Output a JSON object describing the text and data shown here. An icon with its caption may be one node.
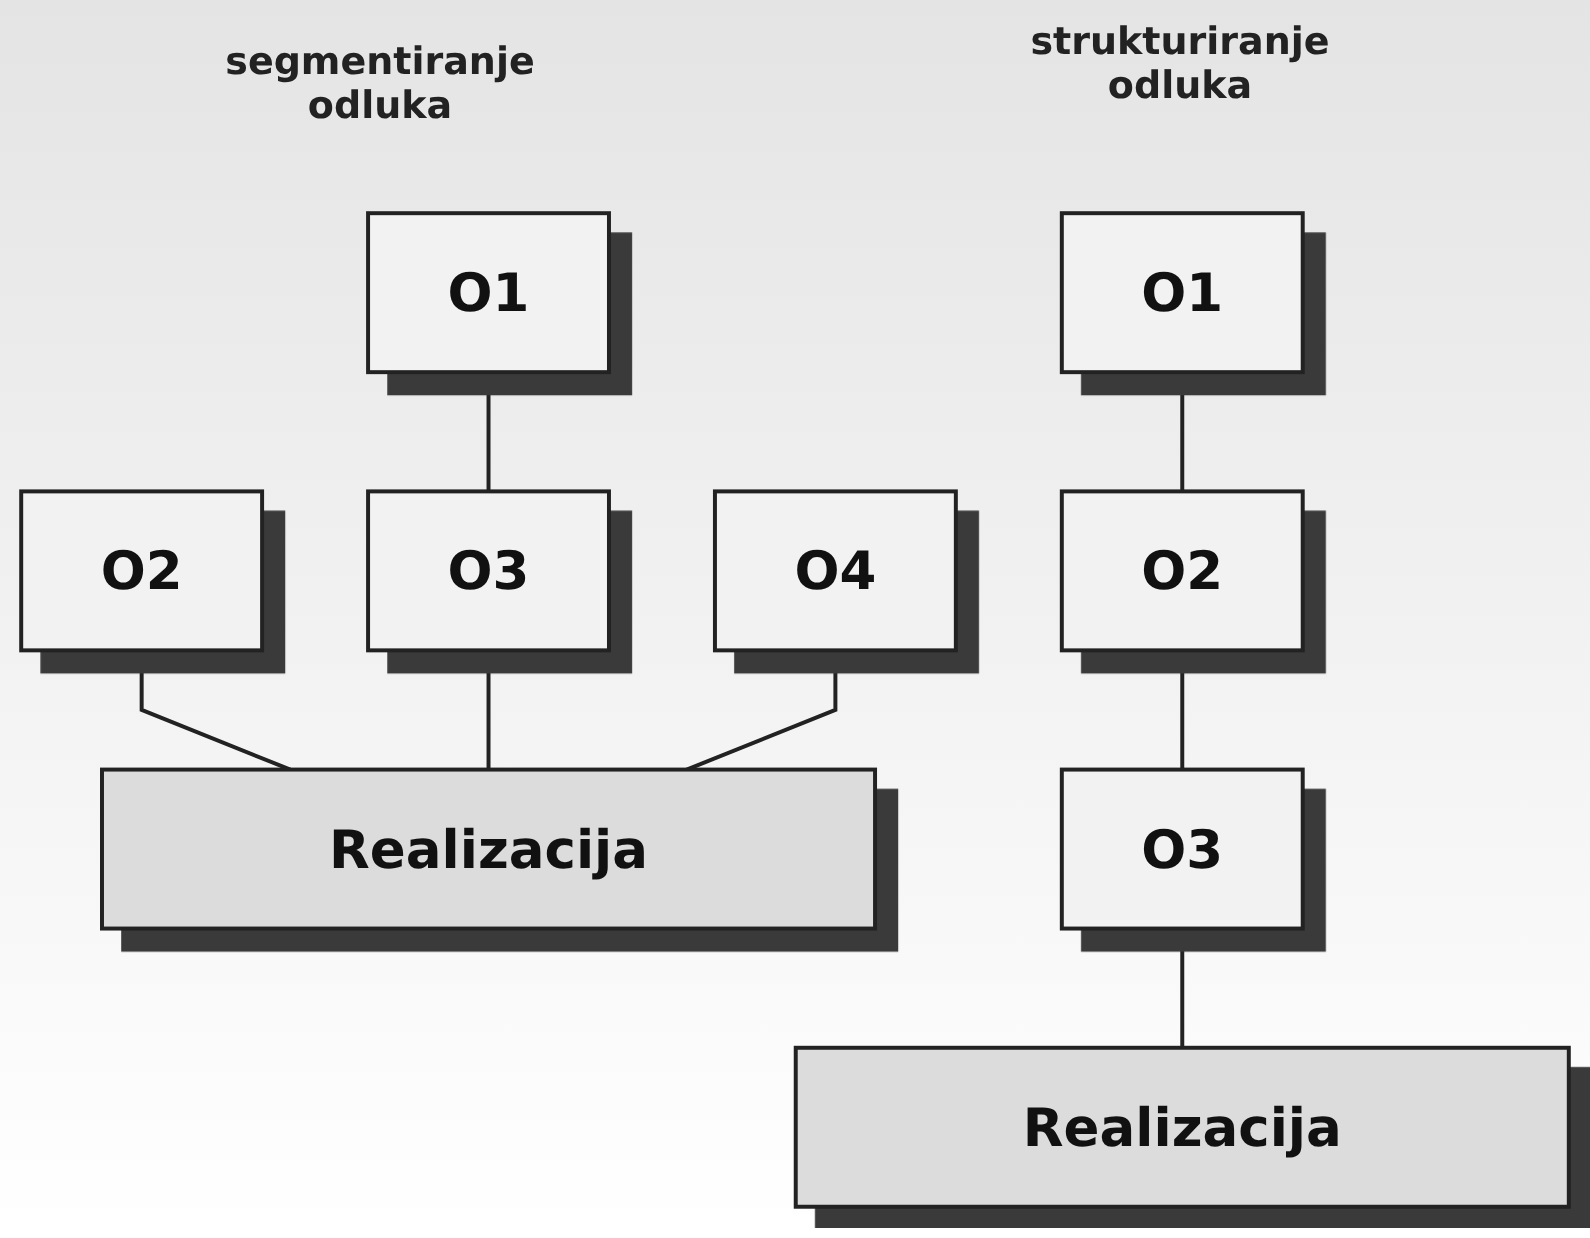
{
  "diagram": {
    "nodes": [
      {
        "text": [
          "O1"
        ]
      },
      {
        "text": [
          "O2"
        ]
      },
      {
        "text": [
          "O3"
        ]
      },
      {
        "text": [
          "O4"
        ]
      },
      {
        "text": [
          "Realizacija"
        ]
      },
      {
        "text": [
          "O1"
        ]
      },
      {
        "text": [
          "O2"
        ]
      },
      {
        "text": [
          "O3"
        ]
      },
      {
        "text": [
          "Realizacija"
        ]
      }
    ],
    "edges": [
      {
        "from": 0,
        "to": 2,
        "arrow": "none"
      },
      {
        "from": 1,
        "to": 4,
        "arrow": "none"
      },
      {
        "from": 2,
        "to": 4,
        "arrow": "none"
      },
      {
        "from": 3,
        "to": 4,
        "arrow": "none"
      },
      {
        "from": 5,
        "to": 6,
        "arrow": "none"
      },
      {
        "from": 6,
        "to": 7,
        "arrow": "none"
      },
      {
        "from": 7,
        "to": 8,
        "arrow": "none"
      }
    ],
    "labels": [
      "strukturiranje odluka",
      "segmentiranje odluka"
    ]
  }
}
